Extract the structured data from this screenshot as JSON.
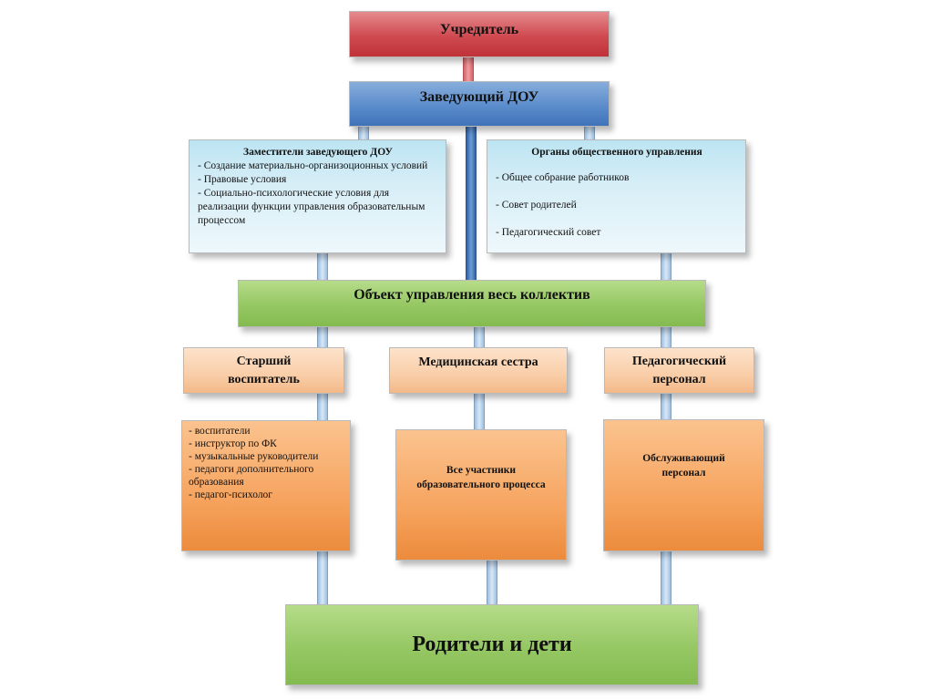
{
  "founder": {
    "label": "Учредитель"
  },
  "head": {
    "label": "Заведующий ДОУ"
  },
  "deputies": {
    "title": "Заместители заведующего ДОУ",
    "items": [
      "- Создание материально-организоционных условий",
      "- Правовые условия",
      "- Социально-психологические условия для реализации функции управления образовательным процессом"
    ]
  },
  "public_bodies": {
    "title": "Органы общественного управления",
    "items": [
      "- Общее собрание работников",
      "- Совет родителей",
      "- Педагогический совет"
    ]
  },
  "collective": {
    "label": "Объект управления весь коллектив"
  },
  "senior_educator": {
    "label_line1": "Старший",
    "label_line2": "воспитатель"
  },
  "nurse": {
    "label": "Медицинская сестра"
  },
  "pedagogical_staff": {
    "label_line1": "Педагогический",
    "label_line2": "персонал"
  },
  "staff_list": {
    "items": [
      "- воспитатели",
      "- инструктор по ФК",
      "- музыкальные руководители",
      "- педагоги дополнительного образования",
      "- педагог-психолог"
    ]
  },
  "participants": {
    "label_line1": "Все участники",
    "label_line2": "образовательного процесса"
  },
  "service_staff": {
    "label_line1": "Обслуживающий",
    "label_line2": "персонал"
  },
  "parents": {
    "label": "Родители и дети"
  },
  "colors": {
    "founder": "#cf4a50",
    "head": "#5b8ccb",
    "light_blue": "#d7eef7",
    "green": "#95c763",
    "peach": "#f9cea8",
    "orange": "#f6a45f"
  }
}
